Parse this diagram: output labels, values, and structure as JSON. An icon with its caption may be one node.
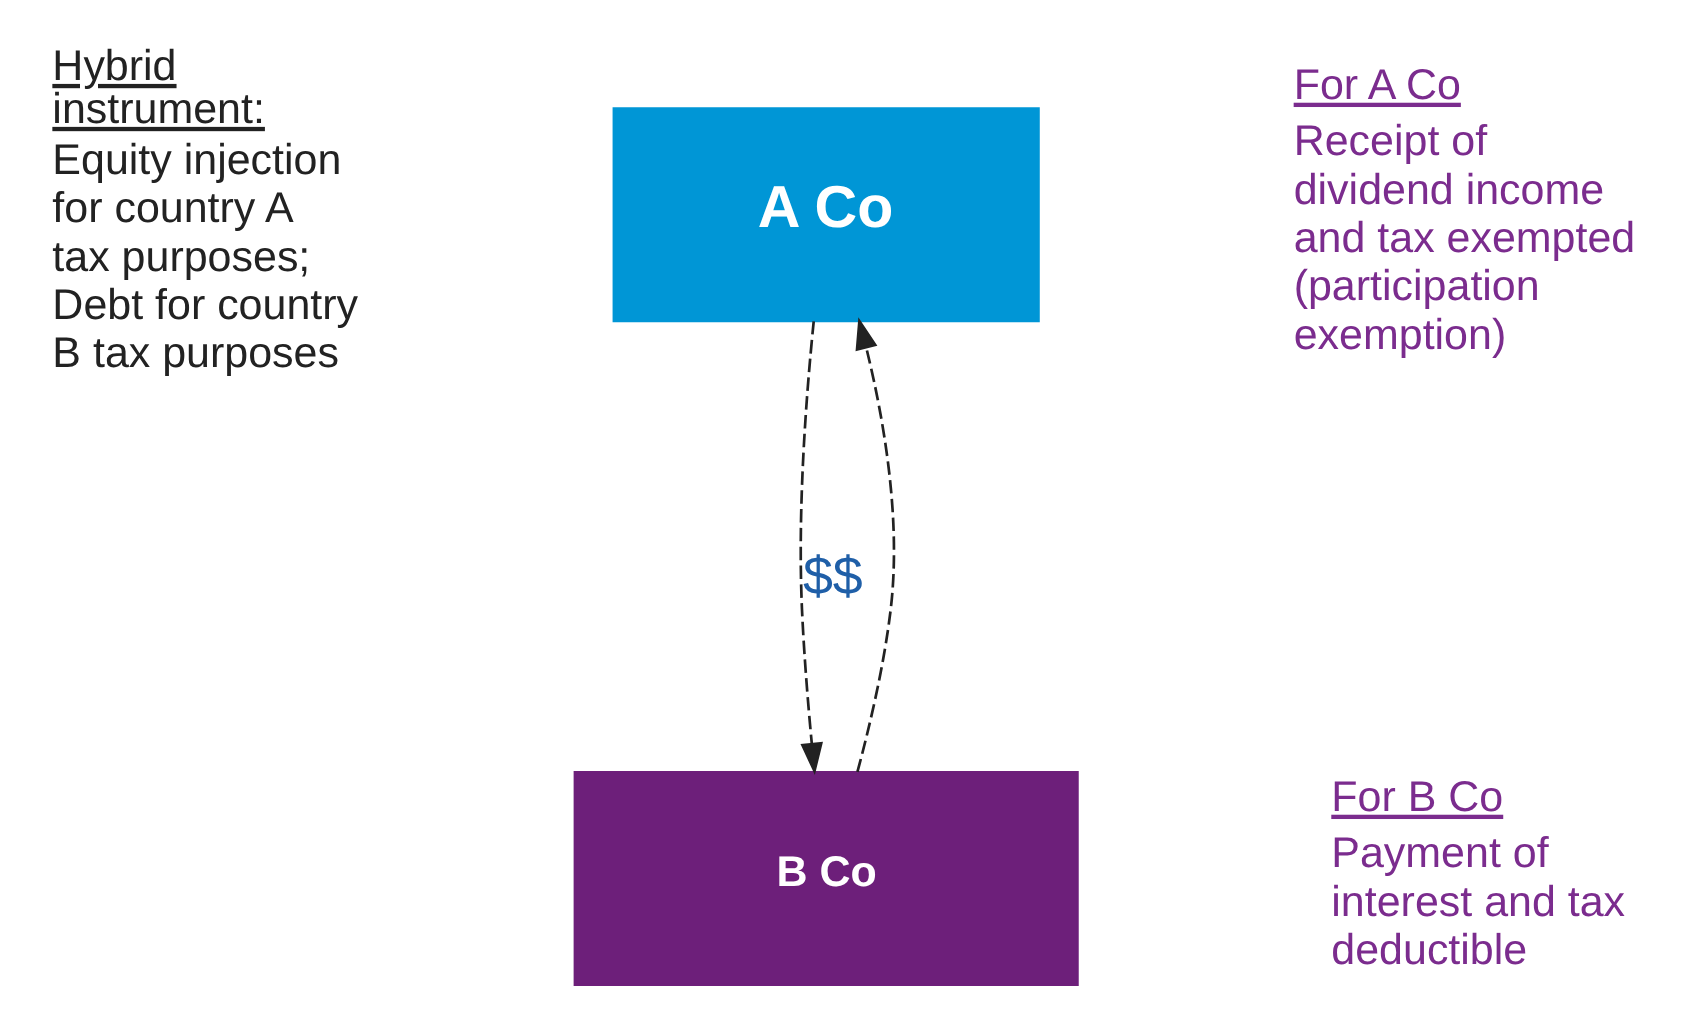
{
  "diagram": {
    "nodes": [
      {
        "text": [
          "A Co"
        ]
      },
      {
        "text": [
          "B Co"
        ]
      }
    ],
    "edges": [
      {
        "from": 1,
        "to": 0,
        "arrow": "to",
        "style": "dashed"
      },
      {
        "from": 0,
        "to": 1,
        "arrow": "to",
        "style": "dashed",
        "label": "$$"
      }
    ],
    "labels": [
      "Hybrid instrument:",
      "Equity injection for country A tax purposes; Debt for country B tax purposes",
      "For A Co",
      "Receipt of dividend income and tax exempted (participation exemption)",
      "For B Co",
      "Payment of interest and tax deductible"
    ]
  }
}
